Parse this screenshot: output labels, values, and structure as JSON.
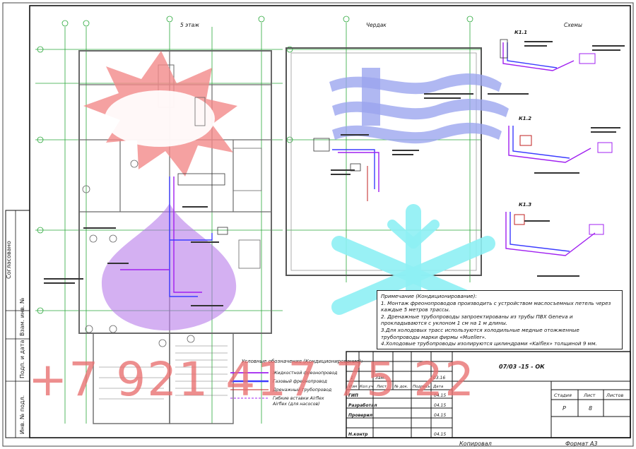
{
  "views": {
    "floor_label": "5 этаж",
    "attic_label": "Чердак",
    "schemes_label": "Схемы",
    "scheme_k1": "К1.1",
    "scheme_k2": "К1.2",
    "scheme_k3": "К1.3"
  },
  "notes": {
    "title": "Примечание (Кондиционирование):",
    "items": [
      "1. Монтаж фреонопроводов производить с устройством маслосъемных петель через каждые 5 метров трассы.",
      "2. Дренажные трубопроводы запроектированы из трубы ПВХ Geneva и прокладываются с уклоном 1 см на 1 м длины.",
      "3.Для холодовых трасс используются холодильные медные отожженные трубопроводы марки фирмы «Mueller».",
      "4.Холодовые трубопроводы изолируются цилиндрами «Kaiflex» толщиной 9 мм."
    ]
  },
  "legend": {
    "title": "Условные обозначения (Кондиционирование):",
    "items": [
      "Жидкостной фреонопровод",
      "Газовый фреонопровод",
      "Дренажный трубопровод",
      "Гибкие вставки Airflex"
    ],
    "note": "Airflex (для насосов)"
  },
  "title_block": {
    "code": "07/03 -15 - ОК",
    "rows": [
      "ГИП",
      "Разработал",
      "Проверил",
      "Н.контр"
    ],
    "row_dates": [
      "04.15",
      "04.15",
      "04.15",
      "04.15"
    ],
    "header_cells": [
      "Изм",
      "Кол.уч",
      "Лист",
      "№ док.",
      "Подпись",
      "Дата"
    ],
    "first_row": [
      "1",
      "Зам.",
      "",
      "",
      "",
      "03.16"
    ],
    "stage_label": "Стадия",
    "sheet_label": "Лист",
    "sheets_label": "Листов",
    "stage_value": "Р",
    "sheet_value": "8"
  },
  "side_stamp": {
    "labels": [
      "Согласовано",
      "Взам. инв. №",
      "Подп. и дата",
      "Инв. № подл."
    ]
  },
  "footer": {
    "copied": "Копировал",
    "format": "Формат А3"
  },
  "watermark": {
    "text": "+7 921 417 75 22"
  },
  "colors": {
    "frame": "#1a1a1a",
    "axis": "#2aa83a",
    "wall": "#6a6a6a",
    "freon": "#a020f0",
    "pipe_blue": "#3c3cff",
    "red_overlay": "#f28a8a",
    "blue_overlay": "#9aa4ee",
    "cyan_overlay": "#8ef0f4",
    "purple_overlay": "#b070e8",
    "watermark": "#e86e6e"
  }
}
